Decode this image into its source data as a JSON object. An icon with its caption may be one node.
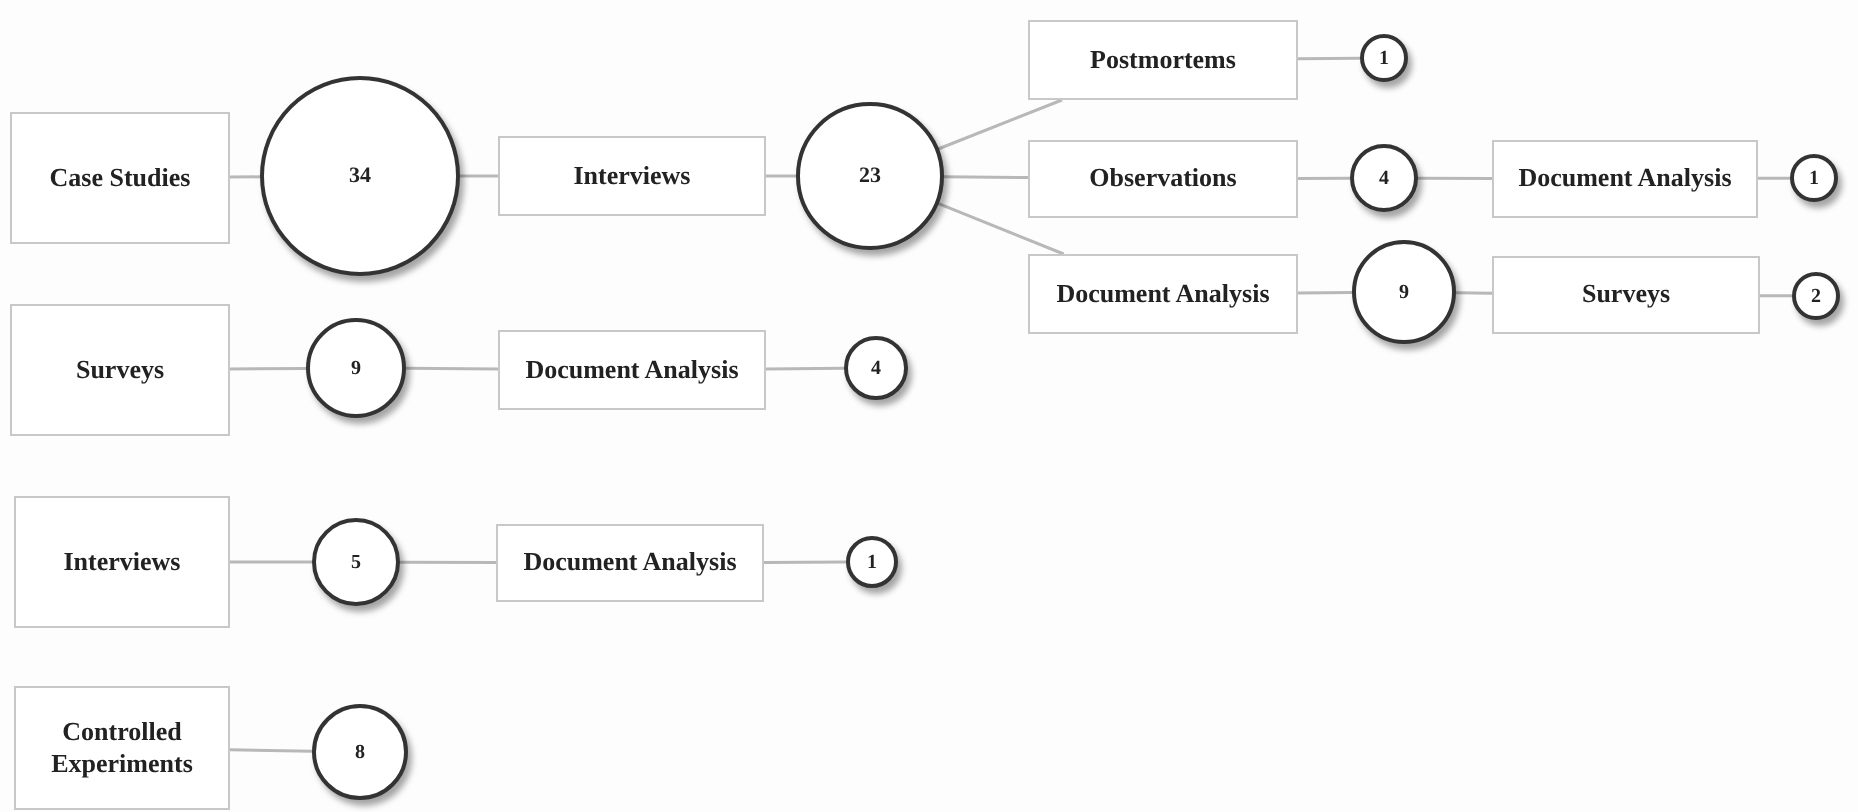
{
  "diagram": {
    "nodes": [
      {
        "text": [
          "Case Studies"
        ]
      },
      {
        "text": [
          "34"
        ]
      },
      {
        "text": [
          "Interviews"
        ]
      },
      {
        "text": [
          "23"
        ]
      },
      {
        "text": [
          "Postmortems"
        ]
      },
      {
        "text": [
          "1"
        ]
      },
      {
        "text": [
          "Observations"
        ]
      },
      {
        "text": [
          "4"
        ]
      },
      {
        "text": [
          "Document Analysis"
        ]
      },
      {
        "text": [
          "1"
        ]
      },
      {
        "text": [
          "Document Analysis"
        ]
      },
      {
        "text": [
          "9"
        ]
      },
      {
        "text": [
          "Surveys"
        ]
      },
      {
        "text": [
          "2"
        ]
      },
      {
        "text": [
          "Surveys"
        ]
      },
      {
        "text": [
          "9"
        ]
      },
      {
        "text": [
          "Document Analysis"
        ]
      },
      {
        "text": [
          "4"
        ]
      },
      {
        "text": [
          "Interviews"
        ]
      },
      {
        "text": [
          "5"
        ]
      },
      {
        "text": [
          "Document Analysis"
        ]
      },
      {
        "text": [
          "1"
        ]
      },
      {
        "text": [
          "Controlled Experiments"
        ]
      },
      {
        "text": [
          "8"
        ]
      }
    ],
    "edges": [
      {
        "from": 0,
        "to": 1,
        "arrow": "none"
      },
      {
        "from": 1,
        "to": 2,
        "arrow": "none"
      },
      {
        "from": 2,
        "to": 3,
        "arrow": "none"
      },
      {
        "from": 3,
        "to": 4,
        "arrow": "none"
      },
      {
        "from": 4,
        "to": 5,
        "arrow": "none"
      },
      {
        "from": 3,
        "to": 6,
        "arrow": "none"
      },
      {
        "from": 6,
        "to": 7,
        "arrow": "none"
      },
      {
        "from": 7,
        "to": 8,
        "arrow": "none"
      },
      {
        "from": 8,
        "to": 9,
        "arrow": "none"
      },
      {
        "from": 3,
        "to": 10,
        "arrow": "none"
      },
      {
        "from": 10,
        "to": 11,
        "arrow": "none"
      },
      {
        "from": 11,
        "to": 12,
        "arrow": "none"
      },
      {
        "from": 12,
        "to": 13,
        "arrow": "none"
      },
      {
        "from": 14,
        "to": 15,
        "arrow": "none"
      },
      {
        "from": 15,
        "to": 16,
        "arrow": "none"
      },
      {
        "from": 16,
        "to": 17,
        "arrow": "none"
      },
      {
        "from": 18,
        "to": 19,
        "arrow": "none"
      },
      {
        "from": 19,
        "to": 20,
        "arrow": "none"
      },
      {
        "from": 20,
        "to": 21,
        "arrow": "none"
      },
      {
        "from": 22,
        "to": 23,
        "arrow": "none"
      }
    ]
  }
}
